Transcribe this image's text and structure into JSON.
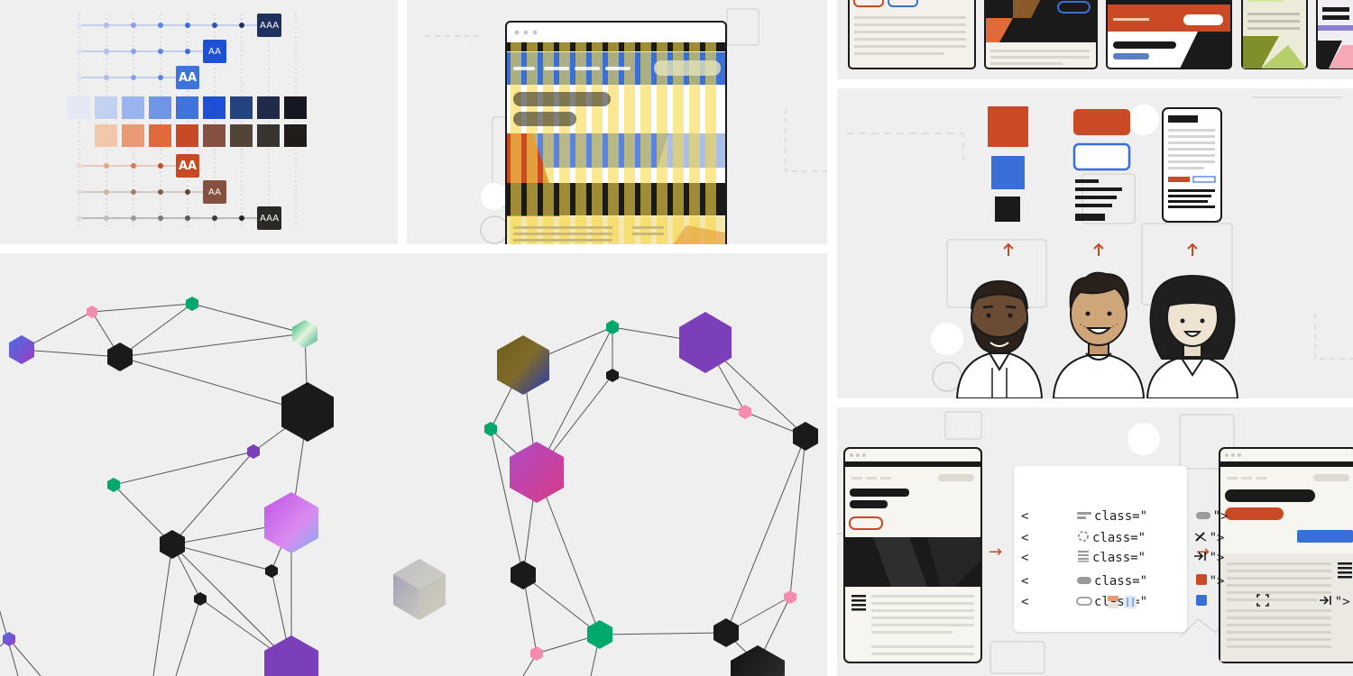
{
  "contrast_panel": {
    "badges": [
      "AAA",
      "AA",
      "AA",
      "AA",
      "AA",
      "AAA"
    ],
    "swatches_blue": [
      "#e3e8f4",
      "#c3d1f0",
      "#9ab4ef",
      "#6f96e6",
      "#3f74dc",
      "#1e50d6",
      "#25437f",
      "#202b4a",
      "#15181f"
    ],
    "swatches_warm": [
      "#f1c7a9",
      "#e99a74",
      "#e06a3a",
      "#c74a25",
      "#85503f",
      "#524538",
      "#37332e",
      "#1f1c1a"
    ]
  },
  "code_panel": {
    "lines": [
      {
        "prefix": "<",
        "attr": "class=\"",
        "suffix": "\">"
      },
      {
        "prefix": "<",
        "attr": "class=\"",
        "suffix": "\">"
      },
      {
        "prefix": "<",
        "attr": "class=\"",
        "suffix": "\">"
      },
      {
        "prefix": "<",
        "attr": "class=\"",
        "suffix": "\">"
      },
      {
        "prefix": "<",
        "attr": "class=\"",
        "suffix": "\">"
      }
    ],
    "arrow": "→"
  },
  "colors": {
    "panel_bg": "#efefef",
    "accent_red": "#c94a25",
    "accent_blue": "#3a6fd8",
    "ink": "#1a1a1a",
    "purple": "#7a3fb9",
    "pink": "#f68bb0",
    "green": "#00a86b"
  }
}
